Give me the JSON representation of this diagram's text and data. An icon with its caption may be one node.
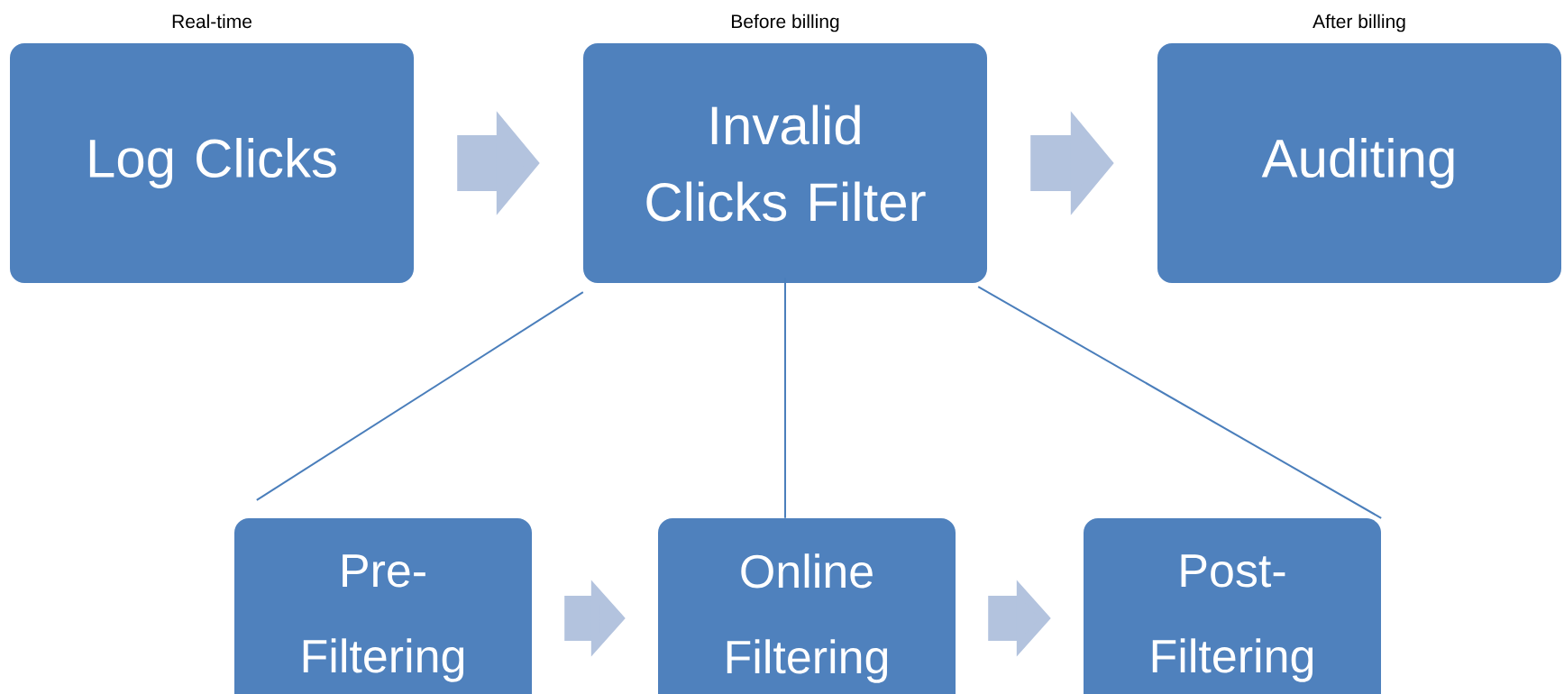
{
  "diagram": {
    "nodes": [
      {
        "text": [
          "Log Clicks"
        ],
        "beside": [
          "Real-time"
        ]
      },
      {
        "text": [
          "Invalid Clicks Filter"
        ],
        "beside": [
          "Before billing"
        ]
      },
      {
        "text": [
          "Auditing"
        ],
        "beside": [
          "After billing"
        ]
      },
      {
        "text": [
          "Pre- Filtering"
        ]
      },
      {
        "text": [
          "Online Filtering"
        ]
      },
      {
        "text": [
          "Post- Filtering"
        ]
      }
    ],
    "edges": [
      {
        "from": 0,
        "to": 1,
        "arrow": "to"
      },
      {
        "from": 1,
        "to": 2,
        "arrow": "to"
      },
      {
        "from": 3,
        "to": 4,
        "arrow": "to"
      },
      {
        "from": 4,
        "to": 5,
        "arrow": "to"
      },
      {
        "from": 1,
        "to": 3,
        "arrow": "none",
        "color": "#4a7ebb"
      },
      {
        "from": 1,
        "to": 4,
        "arrow": "none",
        "color": "#4a7ebb"
      },
      {
        "from": 1,
        "to": 5,
        "arrow": "none",
        "color": "#4a7ebb"
      }
    ]
  }
}
